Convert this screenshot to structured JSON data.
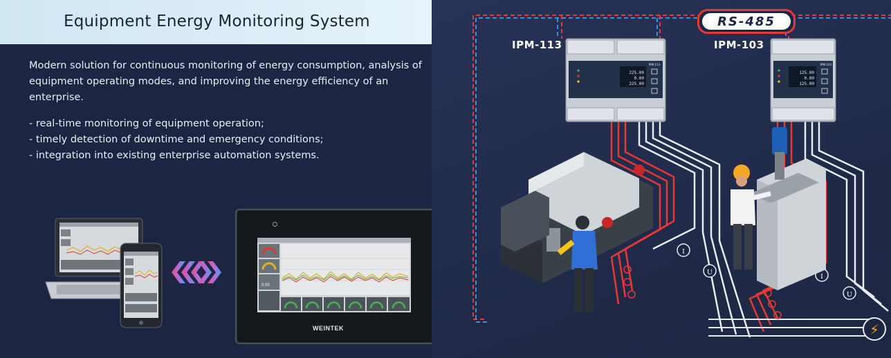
{
  "header": {
    "title": "Equipment Energy Monitoring System"
  },
  "intro": {
    "description": "Modern solution for continuous monitoring of energy consumption, analysis of equipment operating modes, and improving the energy efficiency of an enterprise.",
    "bullets": [
      "- real-time monitoring of equipment operation;",
      "- timely detection of downtime and emergency conditions;",
      "- integration into existing enterprise automation systems."
    ]
  },
  "diagram": {
    "bus_label": "RS-485",
    "meters": [
      {
        "label": "IPM-113",
        "display_model": "IPM-113",
        "readings": [
          "225.00",
          "0.00",
          "225.00"
        ]
      },
      {
        "label": "IPM-103",
        "display_model": "IPM-103",
        "readings": [
          "125.00",
          "0.00",
          "125.00"
        ]
      }
    ],
    "sensor_symbols": [
      "I",
      "U",
      "I",
      "U"
    ],
    "power_symbol": "⚡"
  },
  "hmi": {
    "brand": "WEINTEK",
    "readout": "0.00"
  },
  "colors": {
    "background": "#1c2542",
    "title_bar": "#d8edf7",
    "bus_red": "#e53935",
    "bus_blue": "#3a8fd6",
    "wire_white": "#e8ecf2",
    "accent_orange": "#f5a623"
  }
}
